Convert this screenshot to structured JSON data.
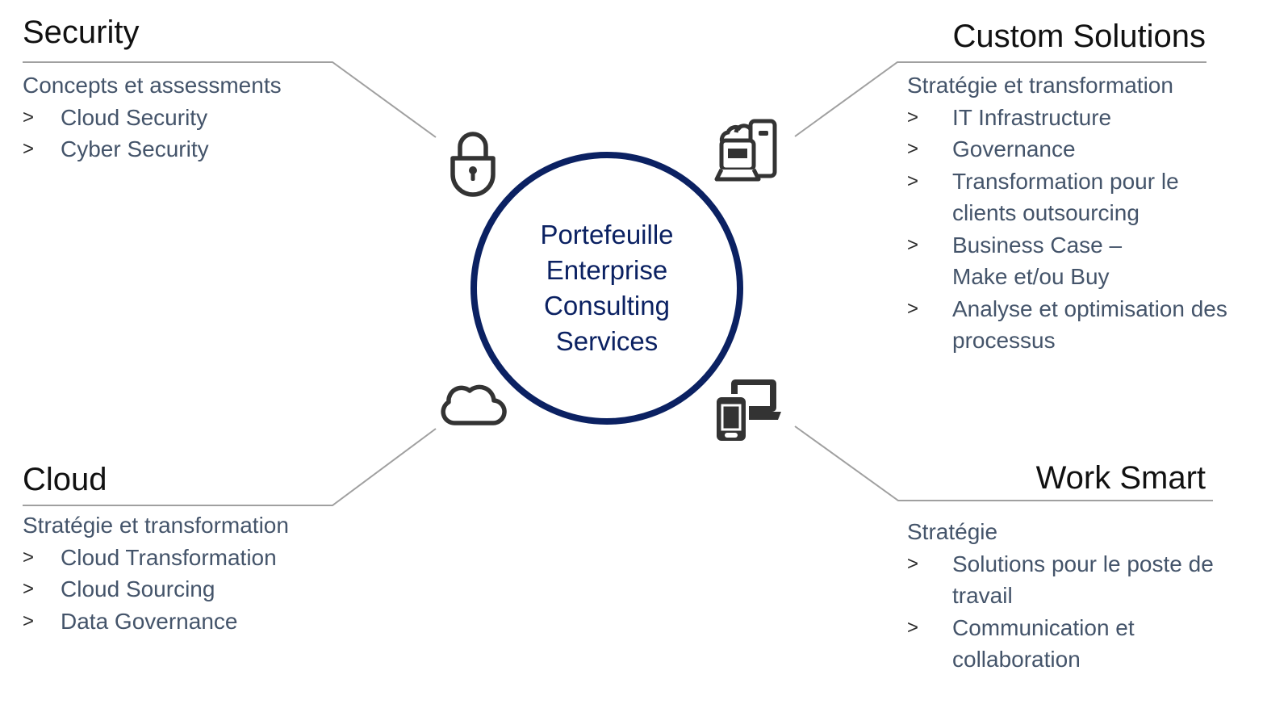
{
  "center": {
    "lines": [
      "Portefeuille",
      "Enterprise",
      "Consulting",
      "Services"
    ]
  },
  "colors": {
    "circle": "#0b2162",
    "body_text": "#44546a",
    "title_text": "#111111",
    "connector": "#a0a0a0",
    "icon": "#333333"
  },
  "sections": {
    "security": {
      "title": "Security",
      "icon": "lock-icon",
      "subtitle": "Concepts et assessments",
      "items": [
        "Cloud Security",
        "Cyber Security"
      ]
    },
    "custom_solutions": {
      "title": "Custom Solutions",
      "icon": "cloud-computer-server-icon",
      "subtitle": "Stratégie et transformation",
      "items": [
        "IT Infrastructure",
        "Governance",
        "Transformation pour le clients outsourcing",
        "Business Case – Make et/ou Buy",
        "Analyse et optimisation des processus"
      ]
    },
    "cloud": {
      "title": "Cloud",
      "icon": "cloud-icon",
      "subtitle": "Stratégie et transformation",
      "items": [
        "Cloud Transformation",
        "Cloud Sourcing",
        "Data Governance"
      ]
    },
    "work_smart": {
      "title": "Work Smart",
      "icon": "devices-icon",
      "subtitle": "Stratégie",
      "items": [
        "Solutions pour le poste de travail",
        "Communication et collaboration"
      ]
    }
  },
  "bullet_glyph": ">"
}
